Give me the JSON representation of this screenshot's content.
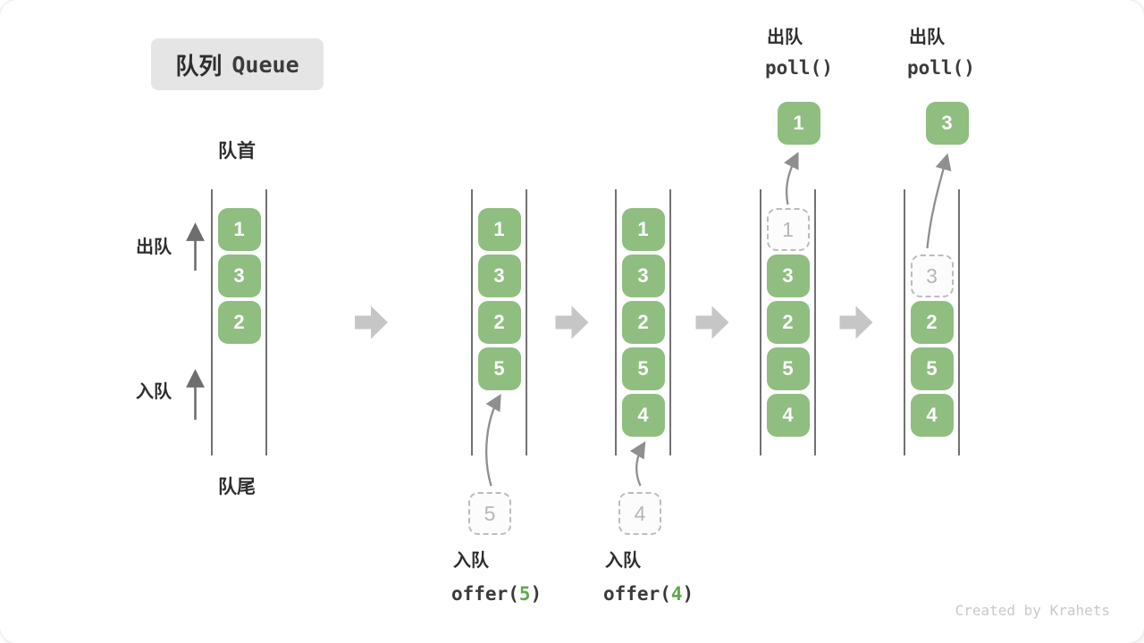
{
  "title": {
    "zh": "队列",
    "en": "Queue"
  },
  "labels": {
    "front": "队首",
    "rear": "队尾",
    "dequeue_side": "出队",
    "enqueue_side": "入队"
  },
  "operations": {
    "enqueue5": {
      "zh": "入队",
      "code_prefix": "offer(",
      "arg": "5",
      "code_suffix": ")"
    },
    "enqueue4": {
      "zh": "入队",
      "code_prefix": "offer(",
      "arg": "4",
      "code_suffix": ")"
    },
    "dequeue1": {
      "zh": "出队",
      "code": "poll()"
    },
    "dequeue2": {
      "zh": "出队",
      "code": "poll()"
    }
  },
  "stages": [
    {
      "items": [
        {
          "slot": 1,
          "value": "1",
          "ghost": false
        },
        {
          "slot": 2,
          "value": "3",
          "ghost": false
        },
        {
          "slot": 3,
          "value": "2",
          "ghost": false
        }
      ]
    },
    {
      "items": [
        {
          "slot": 1,
          "value": "1",
          "ghost": false
        },
        {
          "slot": 2,
          "value": "3",
          "ghost": false
        },
        {
          "slot": 3,
          "value": "2",
          "ghost": false
        },
        {
          "slot": 4,
          "value": "5",
          "ghost": false
        }
      ],
      "incoming": {
        "value": "5"
      }
    },
    {
      "items": [
        {
          "slot": 1,
          "value": "1",
          "ghost": false
        },
        {
          "slot": 2,
          "value": "3",
          "ghost": false
        },
        {
          "slot": 3,
          "value": "2",
          "ghost": false
        },
        {
          "slot": 4,
          "value": "5",
          "ghost": false
        },
        {
          "slot": 5,
          "value": "4",
          "ghost": false
        }
      ],
      "incoming": {
        "value": "4"
      }
    },
    {
      "items": [
        {
          "slot": 1,
          "value": "1",
          "ghost": true
        },
        {
          "slot": 2,
          "value": "3",
          "ghost": false
        },
        {
          "slot": 3,
          "value": "2",
          "ghost": false
        },
        {
          "slot": 4,
          "value": "5",
          "ghost": false
        },
        {
          "slot": 5,
          "value": "4",
          "ghost": false
        }
      ],
      "outgoing": {
        "value": "1"
      }
    },
    {
      "items": [
        {
          "slot": 2,
          "value": "3",
          "ghost": true
        },
        {
          "slot": 3,
          "value": "2",
          "ghost": false
        },
        {
          "slot": 4,
          "value": "5",
          "ghost": false
        },
        {
          "slot": 5,
          "value": "4",
          "ghost": false
        }
      ],
      "outgoing": {
        "value": "3"
      }
    }
  ],
  "watermark": "Created by Krahets",
  "colors": {
    "box_green": "#8fbe80",
    "arg_green": "#5fa94e",
    "block_arrow": "#c6c6c6",
    "curved_arrow": "#8f8f8f",
    "channel_line": "#4f4f4f",
    "badge_bg": "#e5e5e5"
  }
}
